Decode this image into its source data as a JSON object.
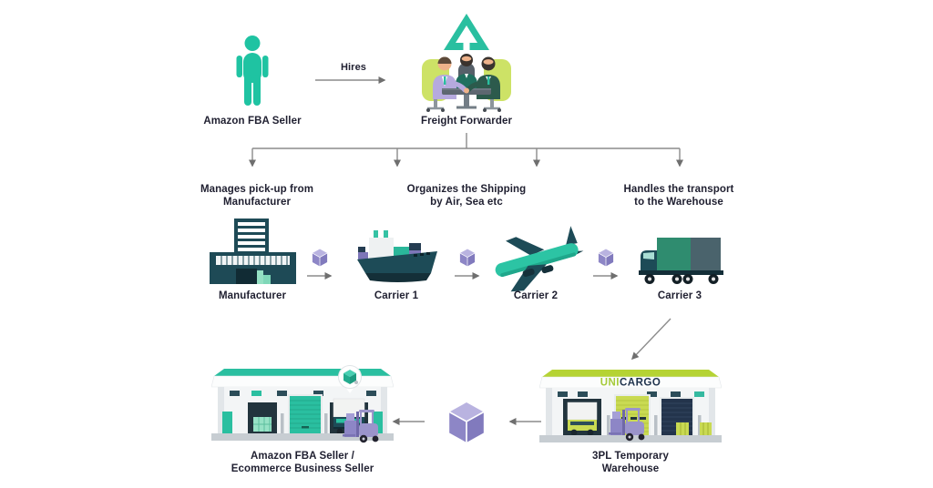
{
  "title": "Amazon FBA freight forwarding process diagram",
  "colors": {
    "teal_accent": "#1fc3a2",
    "dark_slate": "#1d4b57",
    "lime_accent": "#b5d334",
    "purple_package": "#8d86c6",
    "green_cargo": "#2f8c6f",
    "arrow_gray": "#8c8c8c",
    "text": "#1f1f30",
    "sign_navy": "#20344e"
  },
  "flow": {
    "seller_label": "Amazon FBA Seller",
    "hires_label": "Hires",
    "forwarder_label": "Freight Forwarder",
    "branch_pickup": "Manages pick-up from\nManufacturer",
    "branch_shipping": "Organizes the Shipping\nby Air, Sea etc",
    "branch_transport": "Handles the transport\nto the Warehouse",
    "manufacturer_label": "Manufacturer",
    "carrier1_label": "Carrier 1",
    "carrier2_label": "Carrier 2",
    "carrier3_label": "Carrier 3",
    "warehouse3pl_label": "3PL Temporary\nWarehouse",
    "warehouse3pl_sign_prefix": "UNI",
    "warehouse3pl_sign_suffix": "CARGO",
    "seller_warehouse_label": "Amazon FBA Seller /\nEcommerce Business Seller"
  }
}
